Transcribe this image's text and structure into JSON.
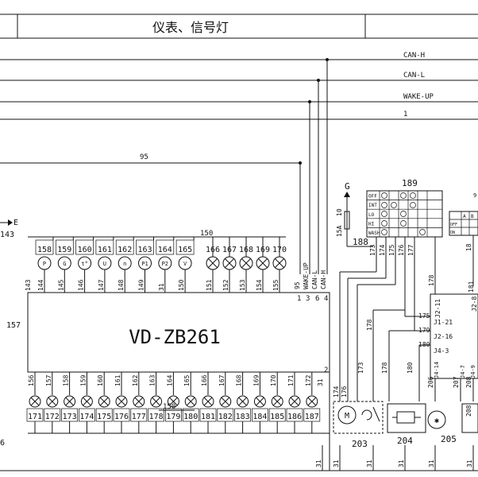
{
  "title": "仪表、信号灯",
  "bus_labels": [
    "CAN-H",
    "CAN-L",
    "WAKE-UP",
    "1"
  ],
  "wire_95": "95",
  "ecu_label": "VD-ZB261",
  "ecu_side_label": "157",
  "ecu_right_pin": "2",
  "left_arrow_label": "E",
  "left_number": "143",
  "left_bottom_label": "6",
  "gauges": [
    {
      "num": "158",
      "sym": "P",
      "pin": "144"
    },
    {
      "num": "159",
      "sym": "G",
      "pin": "145"
    },
    {
      "num": "160",
      "sym": "t°",
      "pin": "146"
    },
    {
      "num": "161",
      "sym": "U",
      "pin": "147"
    },
    {
      "num": "162",
      "sym": "n",
      "pin": "148"
    },
    {
      "num": "163",
      "sym": "P1",
      "pin": "149"
    },
    {
      "num": "164",
      "sym": "P2",
      "pin": "31"
    },
    {
      "num": "165",
      "sym": "V",
      "pin": "150"
    }
  ],
  "left_pin": "143",
  "top_lamps": [
    {
      "num": "166",
      "pin": "151"
    },
    {
      "num": "167",
      "pin": "152"
    },
    {
      "num": "168",
      "pin": "153"
    },
    {
      "num": "169",
      "pin": "154"
    },
    {
      "num": "170",
      "pin": "155"
    }
  ],
  "label_150": "150",
  "label_150_bottom": "150",
  "can_pins": {
    "labels": [
      "95",
      "WAKE-UP",
      "CAN-L",
      "CAN-H"
    ],
    "nums": [
      "1",
      "3",
      "6",
      "4"
    ]
  },
  "bottom_lamps": [
    {
      "top": "156",
      "bottom": "171"
    },
    {
      "top": "157",
      "bottom": "172"
    },
    {
      "top": "158",
      "bottom": "173"
    },
    {
      "top": "159",
      "bottom": "174"
    },
    {
      "top": "160",
      "bottom": "175"
    },
    {
      "top": "161",
      "bottom": "176"
    },
    {
      "top": "162",
      "bottom": "177"
    },
    {
      "top": "163",
      "bottom": "178"
    },
    {
      "top": "164",
      "bottom": "179"
    },
    {
      "top": "165",
      "bottom": "180"
    },
    {
      "top": "166",
      "bottom": "181"
    },
    {
      "top": "167",
      "bottom": "182"
    },
    {
      "top": "168",
      "bottom": "183"
    },
    {
      "top": "169",
      "bottom": "184"
    },
    {
      "top": "170",
      "bottom": "185"
    },
    {
      "top": "171",
      "bottom": "186"
    },
    {
      "top": "172",
      "bottom": "187"
    }
  ],
  "wire_31": "31",
  "fuse": {
    "letter": "G",
    "value": "10",
    "rating": "15A",
    "num": "188"
  },
  "switch": {
    "num": "189",
    "rows": [
      "OFF",
      "INT",
      "LO",
      "HI",
      "WASH"
    ],
    "pins": [
      "173",
      "174",
      "175",
      "176",
      "177"
    ]
  },
  "partial_switch_rows": [
    "OFF",
    "ON"
  ],
  "partial_switch_cols": [
    "A",
    "B"
  ],
  "partial_label": "18",
  "partial_label_9": "9",
  "motor": {
    "num": "203",
    "wires": [
      "174",
      "176"
    ]
  },
  "relay": {
    "num": "204",
    "wire": "178"
  },
  "pump": {
    "num": "205"
  },
  "wire_labels": {
    "w173": "173",
    "w178": "178",
    "w178b": "178",
    "w180": "180",
    "w206": "206",
    "w207": "207",
    "w208": "208",
    "w208b": "208",
    "w181": "181"
  },
  "connector_pins": [
    "175",
    "J1-21",
    "179",
    "J2-16",
    "180",
    "J4-3"
  ],
  "connector_top": "J2-11",
  "connector_right": "J2-8",
  "connector_bottom": [
    "J4-14",
    "J4-7",
    "J4-9"
  ],
  "ground_labels": [
    "31",
    "31",
    "31",
    "31",
    "31",
    "31"
  ]
}
